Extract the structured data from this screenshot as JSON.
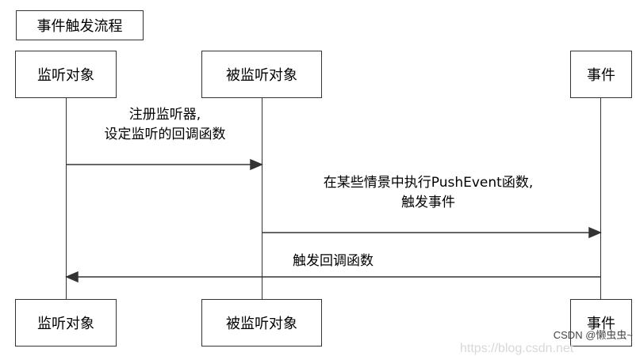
{
  "title": "事件触发流程",
  "actors": [
    {
      "label": "监听对象"
    },
    {
      "label": "被监听对象"
    },
    {
      "label": "事件"
    }
  ],
  "messages": [
    {
      "from": "监听对象",
      "to": "被监听对象",
      "line1": "注册监听器,",
      "line2": "设定监听的回调函数"
    },
    {
      "from": "被监听对象",
      "to": "事件",
      "line1": "在某些情景中执行PushEvent函数,",
      "line2": "触发事件"
    },
    {
      "from": "事件",
      "to": "监听对象",
      "line1": "触发回调函数"
    }
  ],
  "watermark": "CSDN @懒虫虫~",
  "faint_watermark": "https://blog.csdn.net"
}
